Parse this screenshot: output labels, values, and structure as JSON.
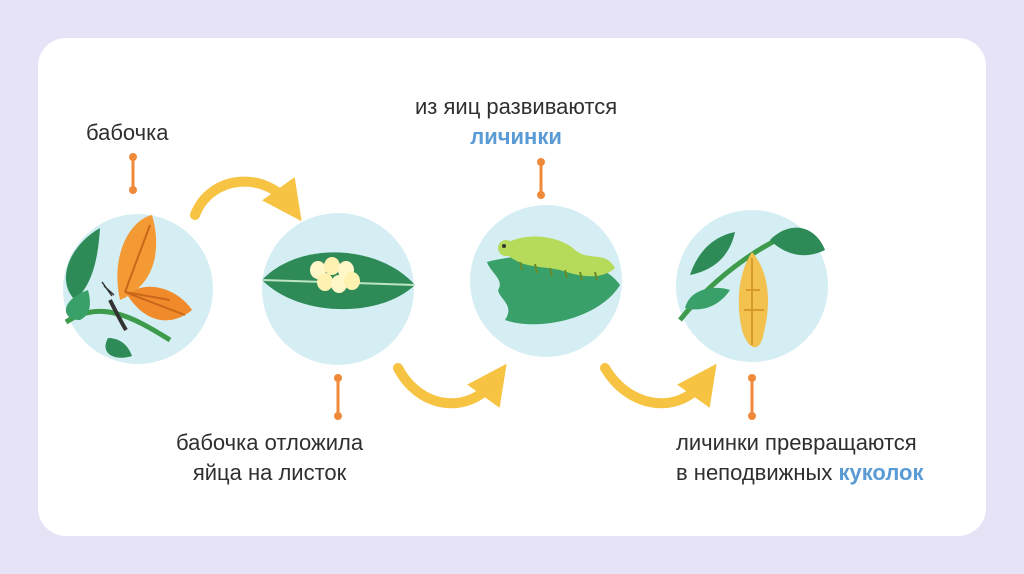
{
  "labels": {
    "butterfly": "бабочка",
    "larvae_line1": "из яиц развиваются",
    "larvae_line2": "личинки",
    "eggs_line1": "бабочка отложила",
    "eggs_line2": "яйца на листок",
    "pupa_line1": "личинки превращаются",
    "pupa_line2_prefix": "в неподвижных",
    "pupa_line2_highlight": "куколок"
  },
  "colors": {
    "background": "#e6e3f6",
    "card": "#ffffff",
    "circle": "#d4eef3",
    "arrow": "#f6c343",
    "connector": "#f08a3a",
    "highlight": "#5b9bd5",
    "leaf": "#2e8b57"
  },
  "icons": [
    "butterfly-icon",
    "egg-leaf-icon",
    "caterpillar-icon",
    "pupa-icon",
    "curved-arrow-icon"
  ]
}
